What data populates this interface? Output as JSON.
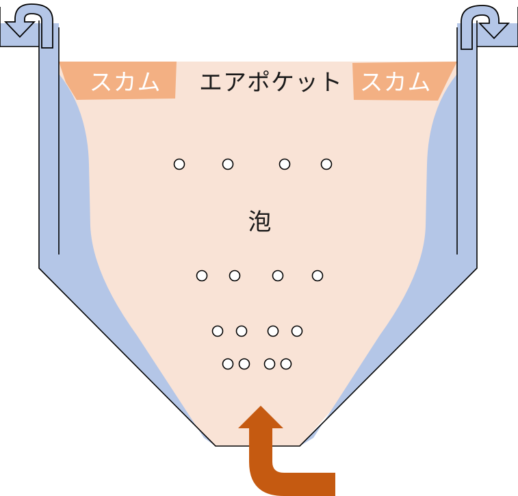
{
  "labels": {
    "scum_left": "スカム",
    "air_pocket": "エアポケット",
    "scum_right": "スカム",
    "foam": "泡"
  },
  "colors": {
    "liquid": "#f9e3d6",
    "scum": "#f3b083",
    "water_channel": "#b4c6e7",
    "inflow_arrow": "#c55a11",
    "overflow_arrow": "#b4c6e7",
    "outline": "#000000"
  },
  "icons": {
    "inflow": "u-turn-up-arrow-icon",
    "overflow_left": "u-turn-left-arrow-icon",
    "overflow_right": "u-turn-right-arrow-icon",
    "bubble": "circle-outline"
  }
}
